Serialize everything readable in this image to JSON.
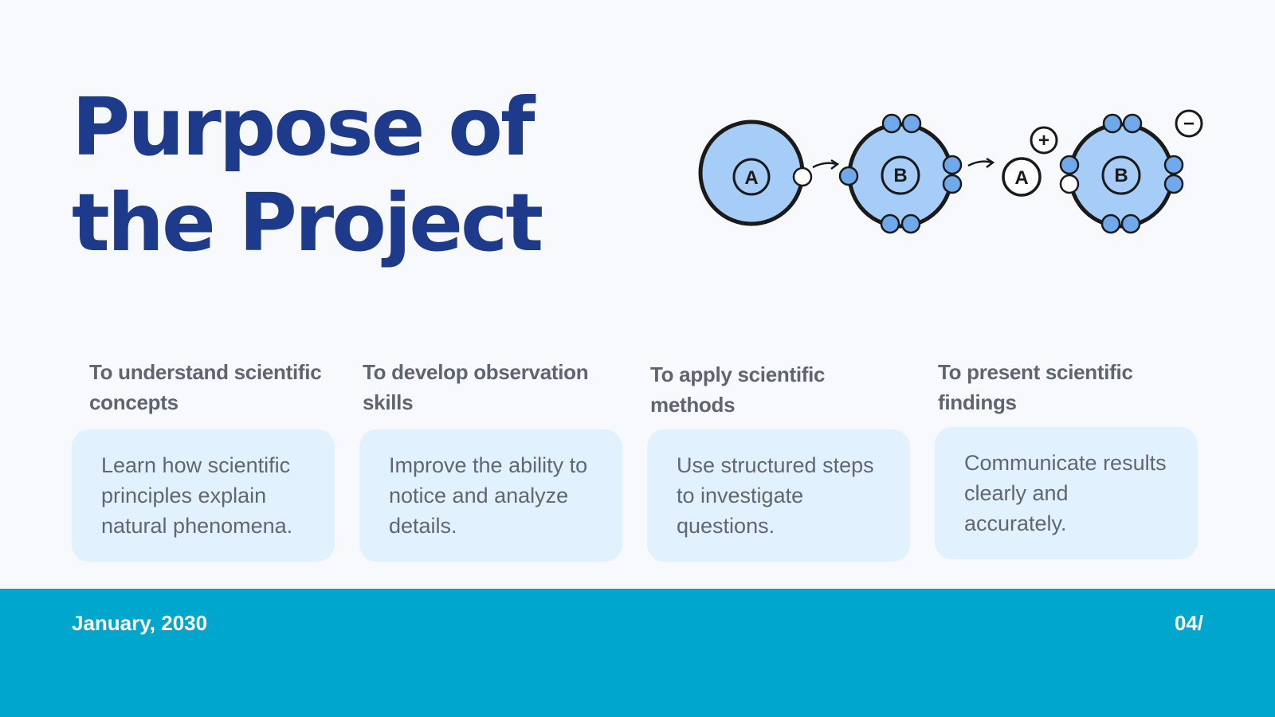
{
  "title": {
    "line1": "Purpose of",
    "line2": "the Project"
  },
  "illustration": {
    "atom_a_label": "A",
    "atom_b_label": "B",
    "ion_a_label": "A",
    "ion_b_label": "B",
    "plus_sign": "+",
    "minus_sign": "−",
    "colors": {
      "fill": "#a5cdf7",
      "electron": "#6fa9ec",
      "outline": "#1a1a1a"
    }
  },
  "goals": [
    {
      "heading": "To understand scientific concepts",
      "body": "Learn how scientific principles explain natural phenomena."
    },
    {
      "heading": "To develop observation skills",
      "body": "Improve the ability to notice and analyze details."
    },
    {
      "heading": "To apply scientific methods",
      "body": "Use structured steps to investigate questions."
    },
    {
      "heading": "To present scientific findings",
      "body": "Communicate results clearly and accurately."
    }
  ],
  "footer": {
    "date": "January, 2030",
    "page_number": "04/"
  },
  "colors": {
    "title": "#1e3a8a",
    "card_background": "#e1f1fd",
    "footer_background": "#00a6cc",
    "background": "#f8f9fc"
  }
}
